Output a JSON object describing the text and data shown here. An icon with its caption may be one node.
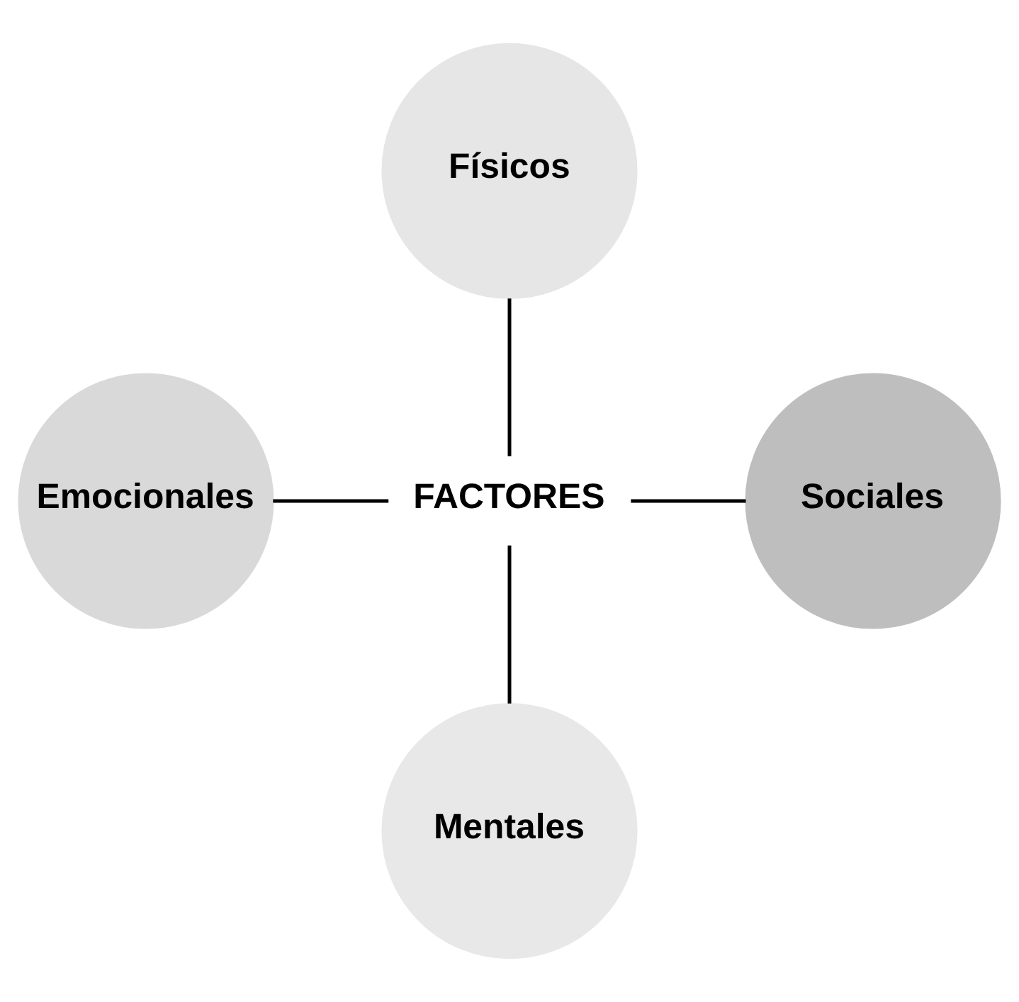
{
  "diagram": {
    "nodes": [
      {
        "text": [
          "Físicos"
        ]
      },
      {
        "text": [
          "Emocionales"
        ]
      },
      {
        "text": [
          "FACTORES"
        ]
      },
      {
        "text": [
          "Sociales"
        ]
      },
      {
        "text": [
          "Mentales"
        ]
      }
    ],
    "edges": [
      {
        "from": 0,
        "to": 2,
        "arrow": "none"
      },
      {
        "from": 1,
        "to": 2,
        "arrow": "none"
      },
      {
        "from": 2,
        "to": 3,
        "arrow": "none"
      },
      {
        "from": 2,
        "to": 4,
        "arrow": "none"
      }
    ]
  }
}
